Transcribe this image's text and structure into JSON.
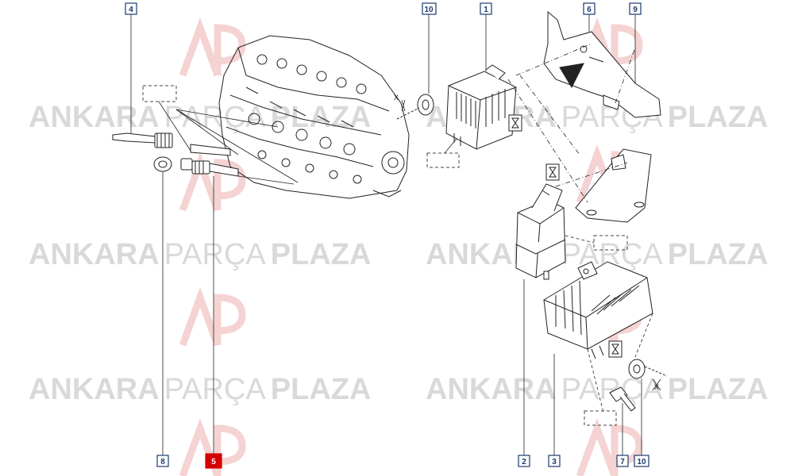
{
  "watermark": {
    "brand_left": "ANKARA",
    "brand_mid": "PARÇA",
    "brand_right": "PLAZA",
    "logo_letters": "AP",
    "text_color": "#d9d9d9",
    "logo_color": "#f3c9c9"
  },
  "callouts": [
    {
      "id": "c4",
      "label": "4",
      "highlighted": false
    },
    {
      "id": "c10a",
      "label": "10",
      "highlighted": false
    },
    {
      "id": "c1",
      "label": "1",
      "highlighted": false
    },
    {
      "id": "c6",
      "label": "6",
      "highlighted": false
    },
    {
      "id": "c9",
      "label": "9",
      "highlighted": false
    },
    {
      "id": "c8",
      "label": "8",
      "highlighted": false
    },
    {
      "id": "c5",
      "label": "5",
      "highlighted": true
    },
    {
      "id": "c2",
      "label": "2",
      "highlighted": false
    },
    {
      "id": "c3",
      "label": "3",
      "highlighted": false
    },
    {
      "id": "c7",
      "label": "7",
      "highlighted": false
    },
    {
      "id": "c10b",
      "label": "10",
      "highlighted": false
    }
  ],
  "torque_marks": [
    "X",
    "X"
  ],
  "colors": {
    "callout_border": "#1a3a6e",
    "callout_highlight": "#d40000",
    "line": "#222222"
  }
}
